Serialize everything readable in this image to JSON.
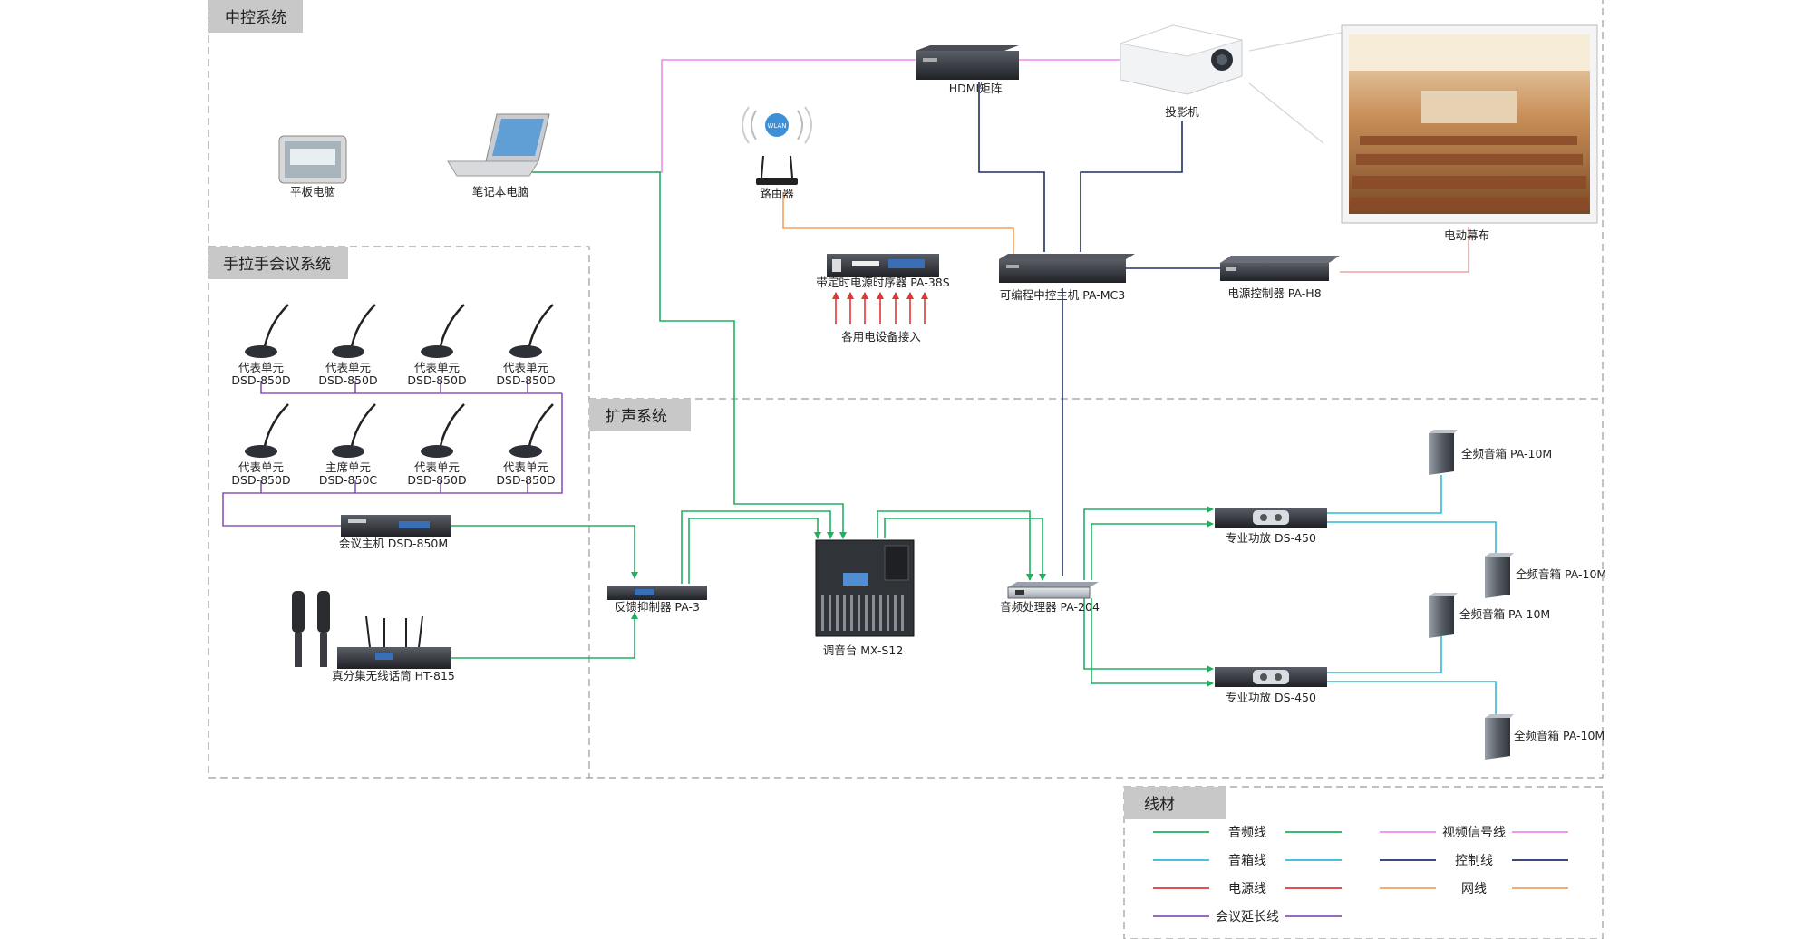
{
  "sections": {
    "central": "中控系统",
    "conference": "手拉手会议系统",
    "pa": "扩声系统",
    "cables": "线材"
  },
  "devices": {
    "tablet": "平板电脑",
    "laptop": "笔记本电脑",
    "router": "路由器",
    "router_badge": "WLAN",
    "hdmi_matrix": "HDMI矩阵",
    "projector": "投影机",
    "screen": "电动幕布",
    "sequencer": "带定时电源时序器 PA-38S",
    "spare_power": "各用电设备接入",
    "controller": "可编程中控主机 PA-MC3",
    "power_ctrl": "电源控制器 PA-H8",
    "delegate_unit": "代表单元",
    "delegate_model": "DSD-850D",
    "chair_unit": "主席单元",
    "chair_model": "DSD-850C",
    "conf_host": "会议主机 DSD-850M",
    "wireless_mic": "真分集无线话筒 HT-815",
    "feedback": "反馈抑制器 PA-3",
    "mixer": "调音台 MX-S12",
    "audio_proc": "音频处理器 PA-204",
    "amp1": "专业功放 DS-450",
    "amp2": "专业功放 DS-450",
    "spk1": "全频音箱 PA-10M",
    "spk2": "全频音箱 PA-10M",
    "spk3": "全频音箱 PA-10M",
    "spk4": "全频音箱 PA-10M"
  },
  "legend": [
    {
      "label": "音频线",
      "color": "#20b060"
    },
    {
      "label": "视频信号线",
      "color": "#f08ae8"
    },
    {
      "label": "音箱线",
      "color": "#30b8d8"
    },
    {
      "label": "控制线",
      "color": "#1e2f66"
    },
    {
      "label": "电源线",
      "color": "#e03535"
    },
    {
      "label": "网线",
      "color": "#f0a060"
    },
    {
      "label": "会议延长线",
      "color": "#8a55b8"
    }
  ],
  "colors": {
    "audio": "#20b060",
    "video": "#f08ae8",
    "speaker": "#30b8d8",
    "control": "#1e2f66",
    "power": "#e03535",
    "network": "#f0a060",
    "conference": "#8a55b8",
    "section_tab": "#c8c8c8",
    "dash_border": "#9a9a9a"
  }
}
